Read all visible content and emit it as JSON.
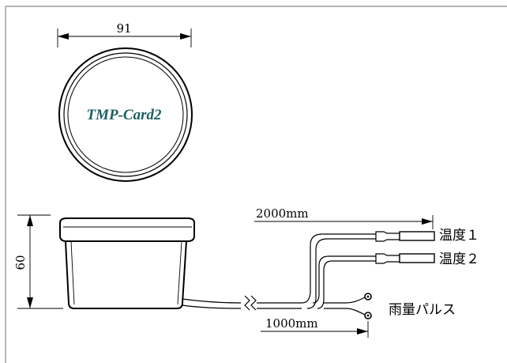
{
  "dimensions": {
    "width": "91",
    "height": "60",
    "cable_long": "2000mm",
    "cable_short": "1000mm"
  },
  "device": {
    "brand": "TMP-Card2",
    "brand_color": "#1f5f5f"
  },
  "labels": {
    "temp1": "温度１",
    "temp2": "温度２",
    "rain": "雨量パルス"
  }
}
